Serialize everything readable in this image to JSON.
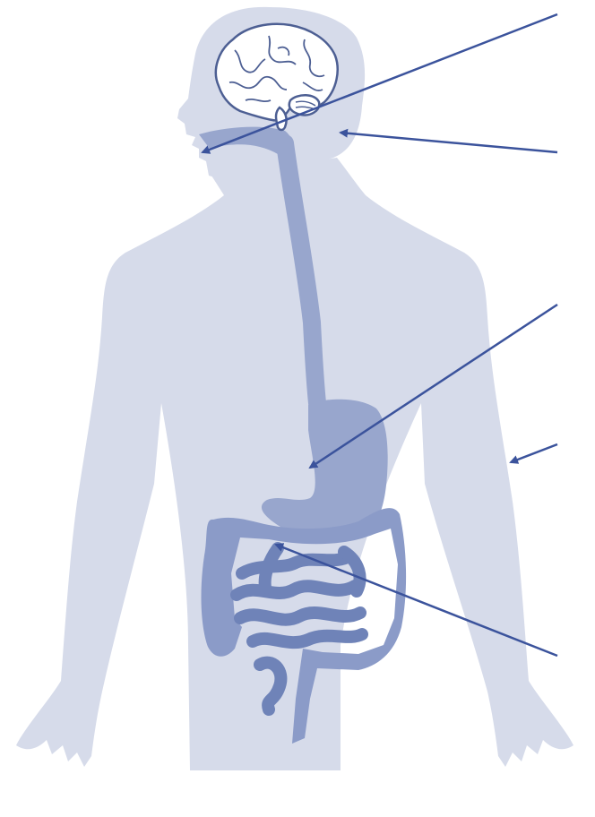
{
  "colors": {
    "background": "#ffffff",
    "body_silhouette": "#d6dbea",
    "digestive_tract": "#98a6cd",
    "colon": "#8b9bc8",
    "small_intestine": "#6f83b8",
    "brain_fill": "#ffffff",
    "brain_outline": "#4d5f93",
    "arrow": "#3b539c"
  },
  "icons": {
    "figure": "human-body-silhouette",
    "brain": "brain-icon",
    "stomach": "stomach-icon",
    "intestines": "intestines-icon"
  },
  "callouts": [
    {
      "target": "mouth",
      "label": ""
    },
    {
      "target": "back-of-head",
      "label": ""
    },
    {
      "target": "stomach",
      "label": ""
    },
    {
      "target": "arm",
      "label": ""
    },
    {
      "target": "small-intestine",
      "label": ""
    }
  ]
}
